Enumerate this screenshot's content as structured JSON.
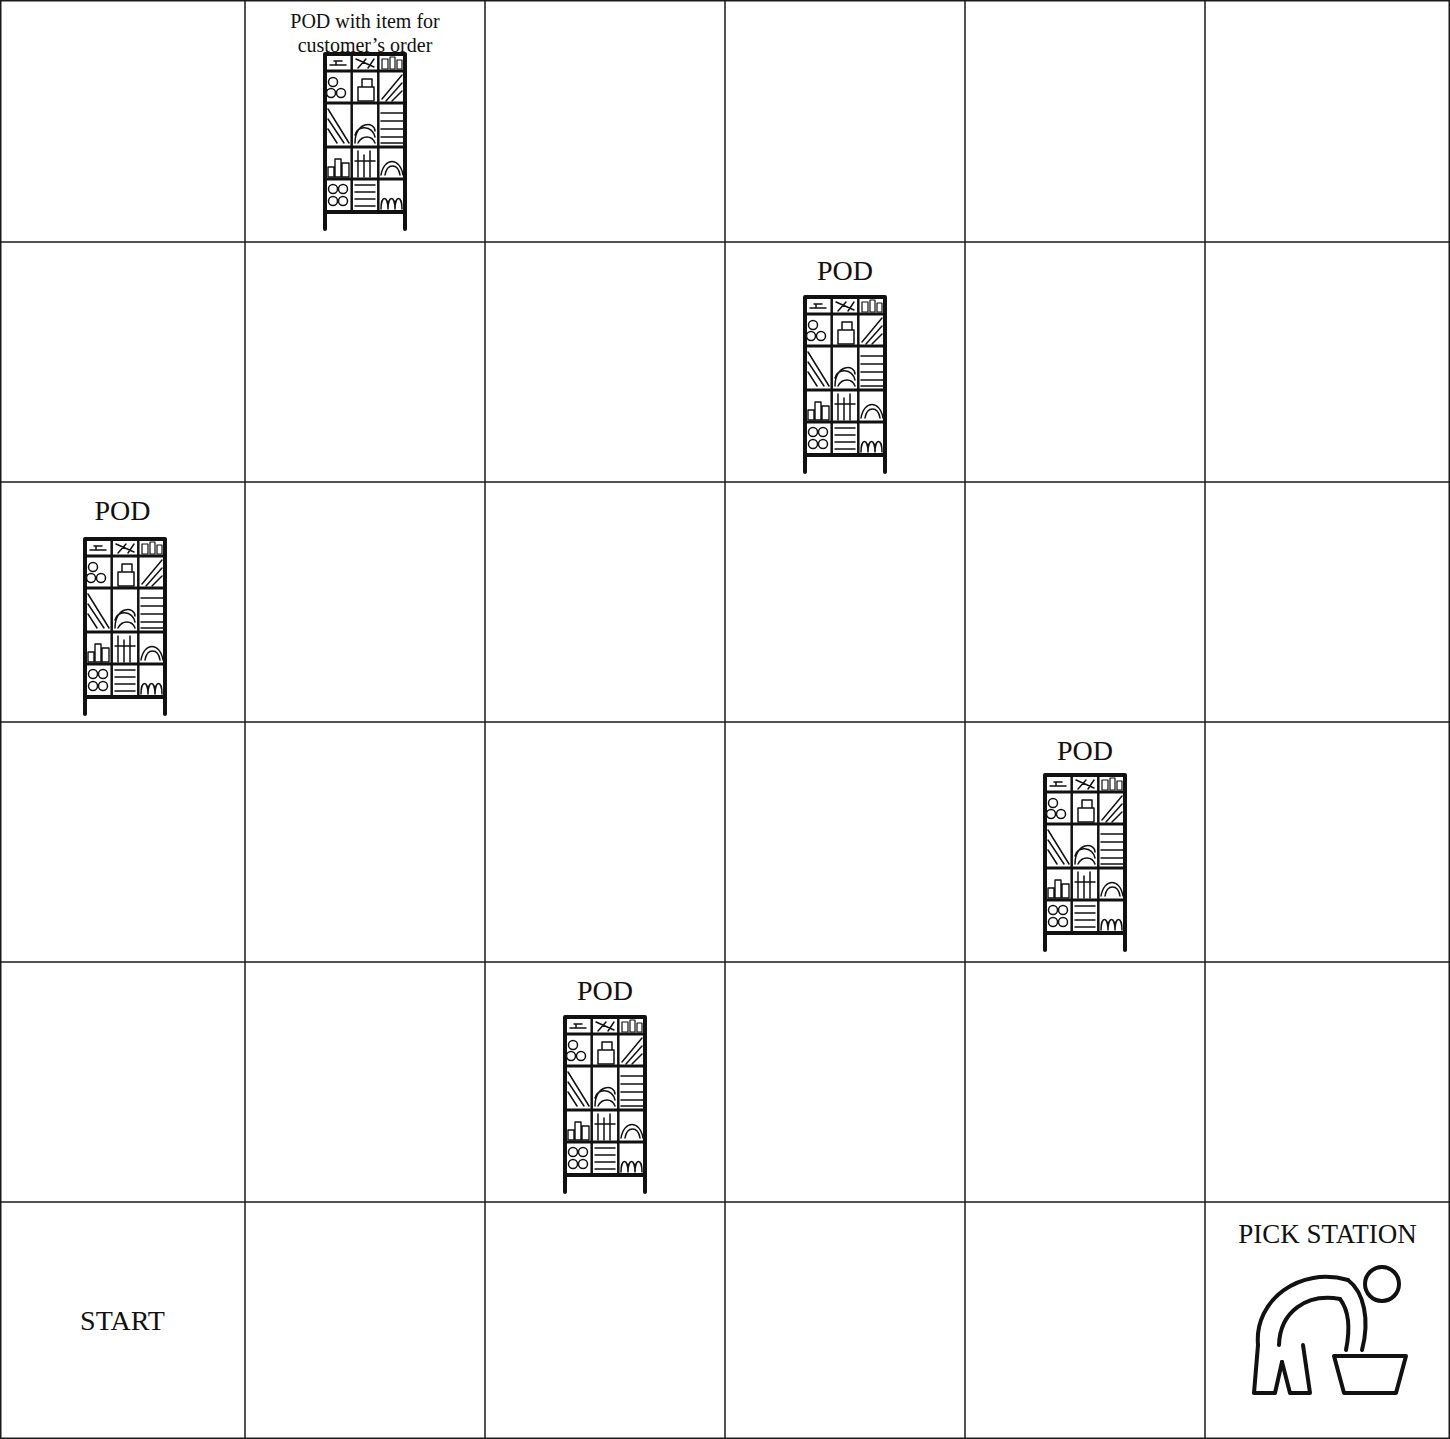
{
  "diagram": {
    "nodes": [
      {
        "text": [
          "POD with item for customer’s order"
        ]
      },
      {
        "text": [
          "POD"
        ]
      },
      {
        "text": [
          "POD"
        ]
      },
      {
        "text": [
          "POD"
        ]
      },
      {
        "text": [
          "POD"
        ]
      },
      {
        "text": [
          "START"
        ]
      },
      {
        "text": [
          "PICK STATION"
        ]
      }
    ]
  }
}
